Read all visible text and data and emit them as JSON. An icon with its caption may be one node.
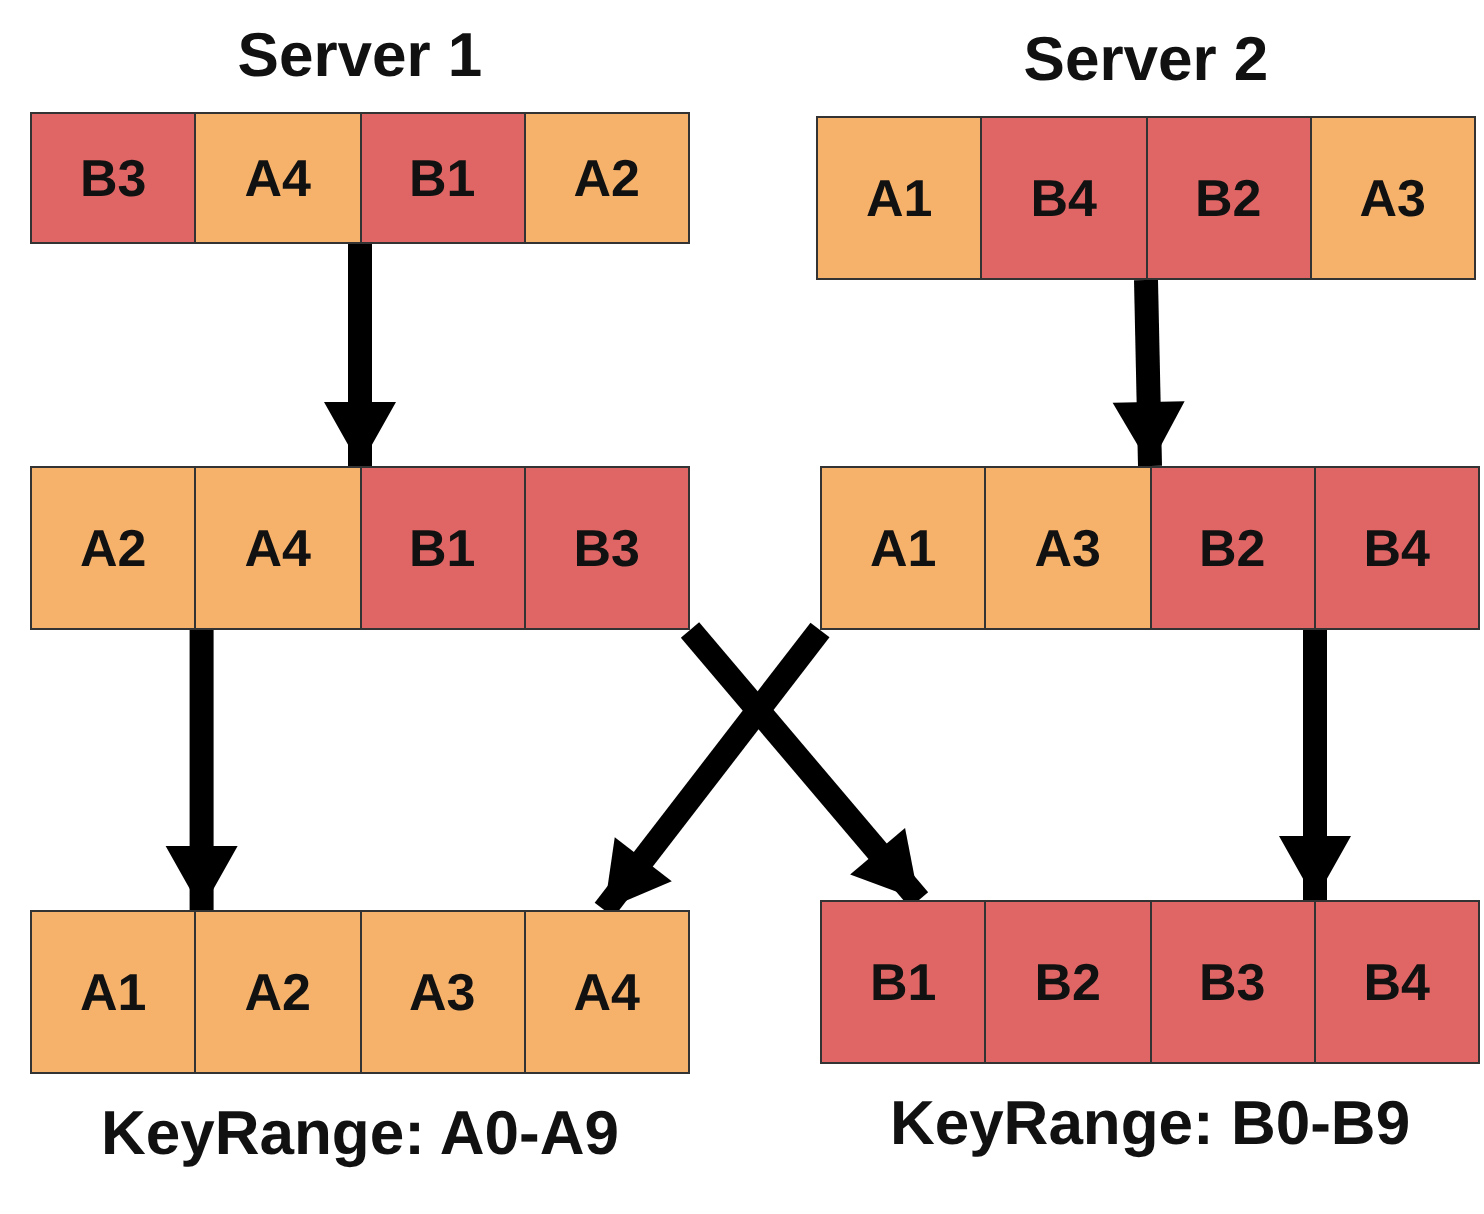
{
  "diagram": {
    "nodes": [
      {
        "text": [
          "Server 1"
        ]
      },
      {
        "text": [
          "B3"
        ],
        "in": 0
      },
      {
        "text": [
          "A4"
        ],
        "in": 0
      },
      {
        "text": [
          "B1"
        ],
        "in": 0
      },
      {
        "text": [
          "A2"
        ],
        "in": 0
      },
      {
        "text": [
          "Server 2"
        ]
      },
      {
        "text": [
          "A1"
        ],
        "in": 5
      },
      {
        "text": [
          "B4"
        ],
        "in": 5
      },
      {
        "text": [
          "B2"
        ],
        "in": 5
      },
      {
        "text": [
          "A3"
        ],
        "in": 5
      },
      {
        "text": [],
        "shape": "box"
      },
      {
        "text": [
          "A2"
        ],
        "in": 10
      },
      {
        "text": [
          "A4"
        ],
        "in": 10
      },
      {
        "text": [
          "B1"
        ],
        "in": 10
      },
      {
        "text": [
          "B3"
        ],
        "in": 10
      },
      {
        "text": [],
        "shape": "box"
      },
      {
        "text": [
          "A1"
        ],
        "in": 15
      },
      {
        "text": [
          "A3"
        ],
        "in": 15
      },
      {
        "text": [
          "B2"
        ],
        "in": 15
      },
      {
        "text": [
          "B4"
        ],
        "in": 15
      },
      {
        "text": [
          "KeyRange: A0-A9"
        ]
      },
      {
        "text": [
          "A1"
        ],
        "in": 20
      },
      {
        "text": [
          "A2"
        ],
        "in": 20
      },
      {
        "text": [
          "A3"
        ],
        "in": 20
      },
      {
        "text": [
          "A4"
        ],
        "in": 20
      },
      {
        "text": [
          "KeyRange: B0-B9"
        ]
      },
      {
        "text": [
          "B1"
        ],
        "in": 25
      },
      {
        "text": [
          "B2"
        ],
        "in": 25
      },
      {
        "text": [
          "B3"
        ],
        "in": 25
      },
      {
        "text": [
          "B4"
        ],
        "in": 25
      }
    ],
    "edges": [
      {
        "from": 0,
        "to": 10,
        "arrow": "to"
      },
      {
        "from": 5,
        "to": 15,
        "arrow": "to"
      },
      {
        "from": 10,
        "to": 20,
        "arrow": "to"
      },
      {
        "from": 15,
        "to": 25,
        "arrow": "to"
      },
      {
        "from": 10,
        "to": 25,
        "arrow": "to"
      },
      {
        "from": 15,
        "to": 20,
        "arrow": "to"
      }
    ]
  }
}
